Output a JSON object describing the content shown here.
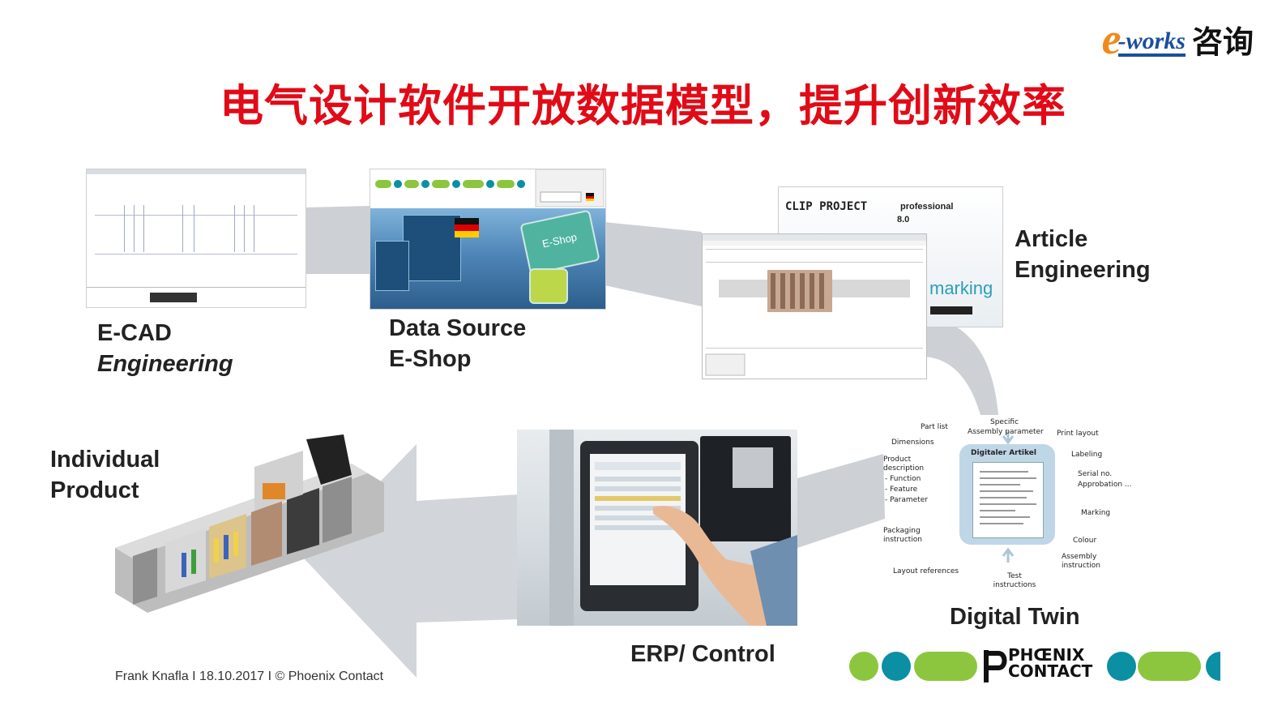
{
  "header": {
    "logo_e": "e",
    "logo_works": "-works",
    "logo_cn": "咨询",
    "title": "电气设计软件开放数据模型，提升创新效率"
  },
  "stages": {
    "ecad": {
      "line1": "E-CAD",
      "line2": "Engineering"
    },
    "datasource": {
      "line1": "Data Source",
      "line2": "E-Shop",
      "eshop_key": "E-Shop"
    },
    "article": {
      "line1": "Article",
      "line2": "Engineering",
      "clip_title": "CLIP PROJECT",
      "clip_edition": "professional",
      "clip_version": "8.0",
      "marking": "marking"
    },
    "twin": {
      "title": "Digital Twin",
      "core": "Digitaler Artikel",
      "labels": {
        "part_list": "Part list",
        "specific": "Specific",
        "assembly_parameter": "Assembly parameter",
        "print_layout": "Print layout",
        "dimensions": "Dimensions",
        "labeling": "Labeling",
        "product_desc": "Product description",
        "function": "- Function",
        "feature": "- Feature",
        "parameter": "- Parameter",
        "serial": "Serial no.",
        "approbation": "Approbation ...",
        "marking": "Marking",
        "packaging": "Packaging instruction",
        "colour": "Colour",
        "assembly_instr": "Assembly instruction",
        "layout_ref": "Layout references",
        "test": "Test instructions"
      }
    },
    "erp": {
      "label": "ERP/ Control"
    },
    "product": {
      "line1": "Individual",
      "line2": "Product"
    }
  },
  "footer": {
    "credit": "Frank Knafla I 18.10.2017  I © Phoenix Contact",
    "brand_line1": "PHŒNIX",
    "brand_line2": "CONTACT"
  },
  "colors": {
    "title_red": "#e10b17",
    "flow_gray": "#c9cdd1",
    "pc_green": "#8cc63e",
    "pc_teal": "#0a8fa3"
  }
}
